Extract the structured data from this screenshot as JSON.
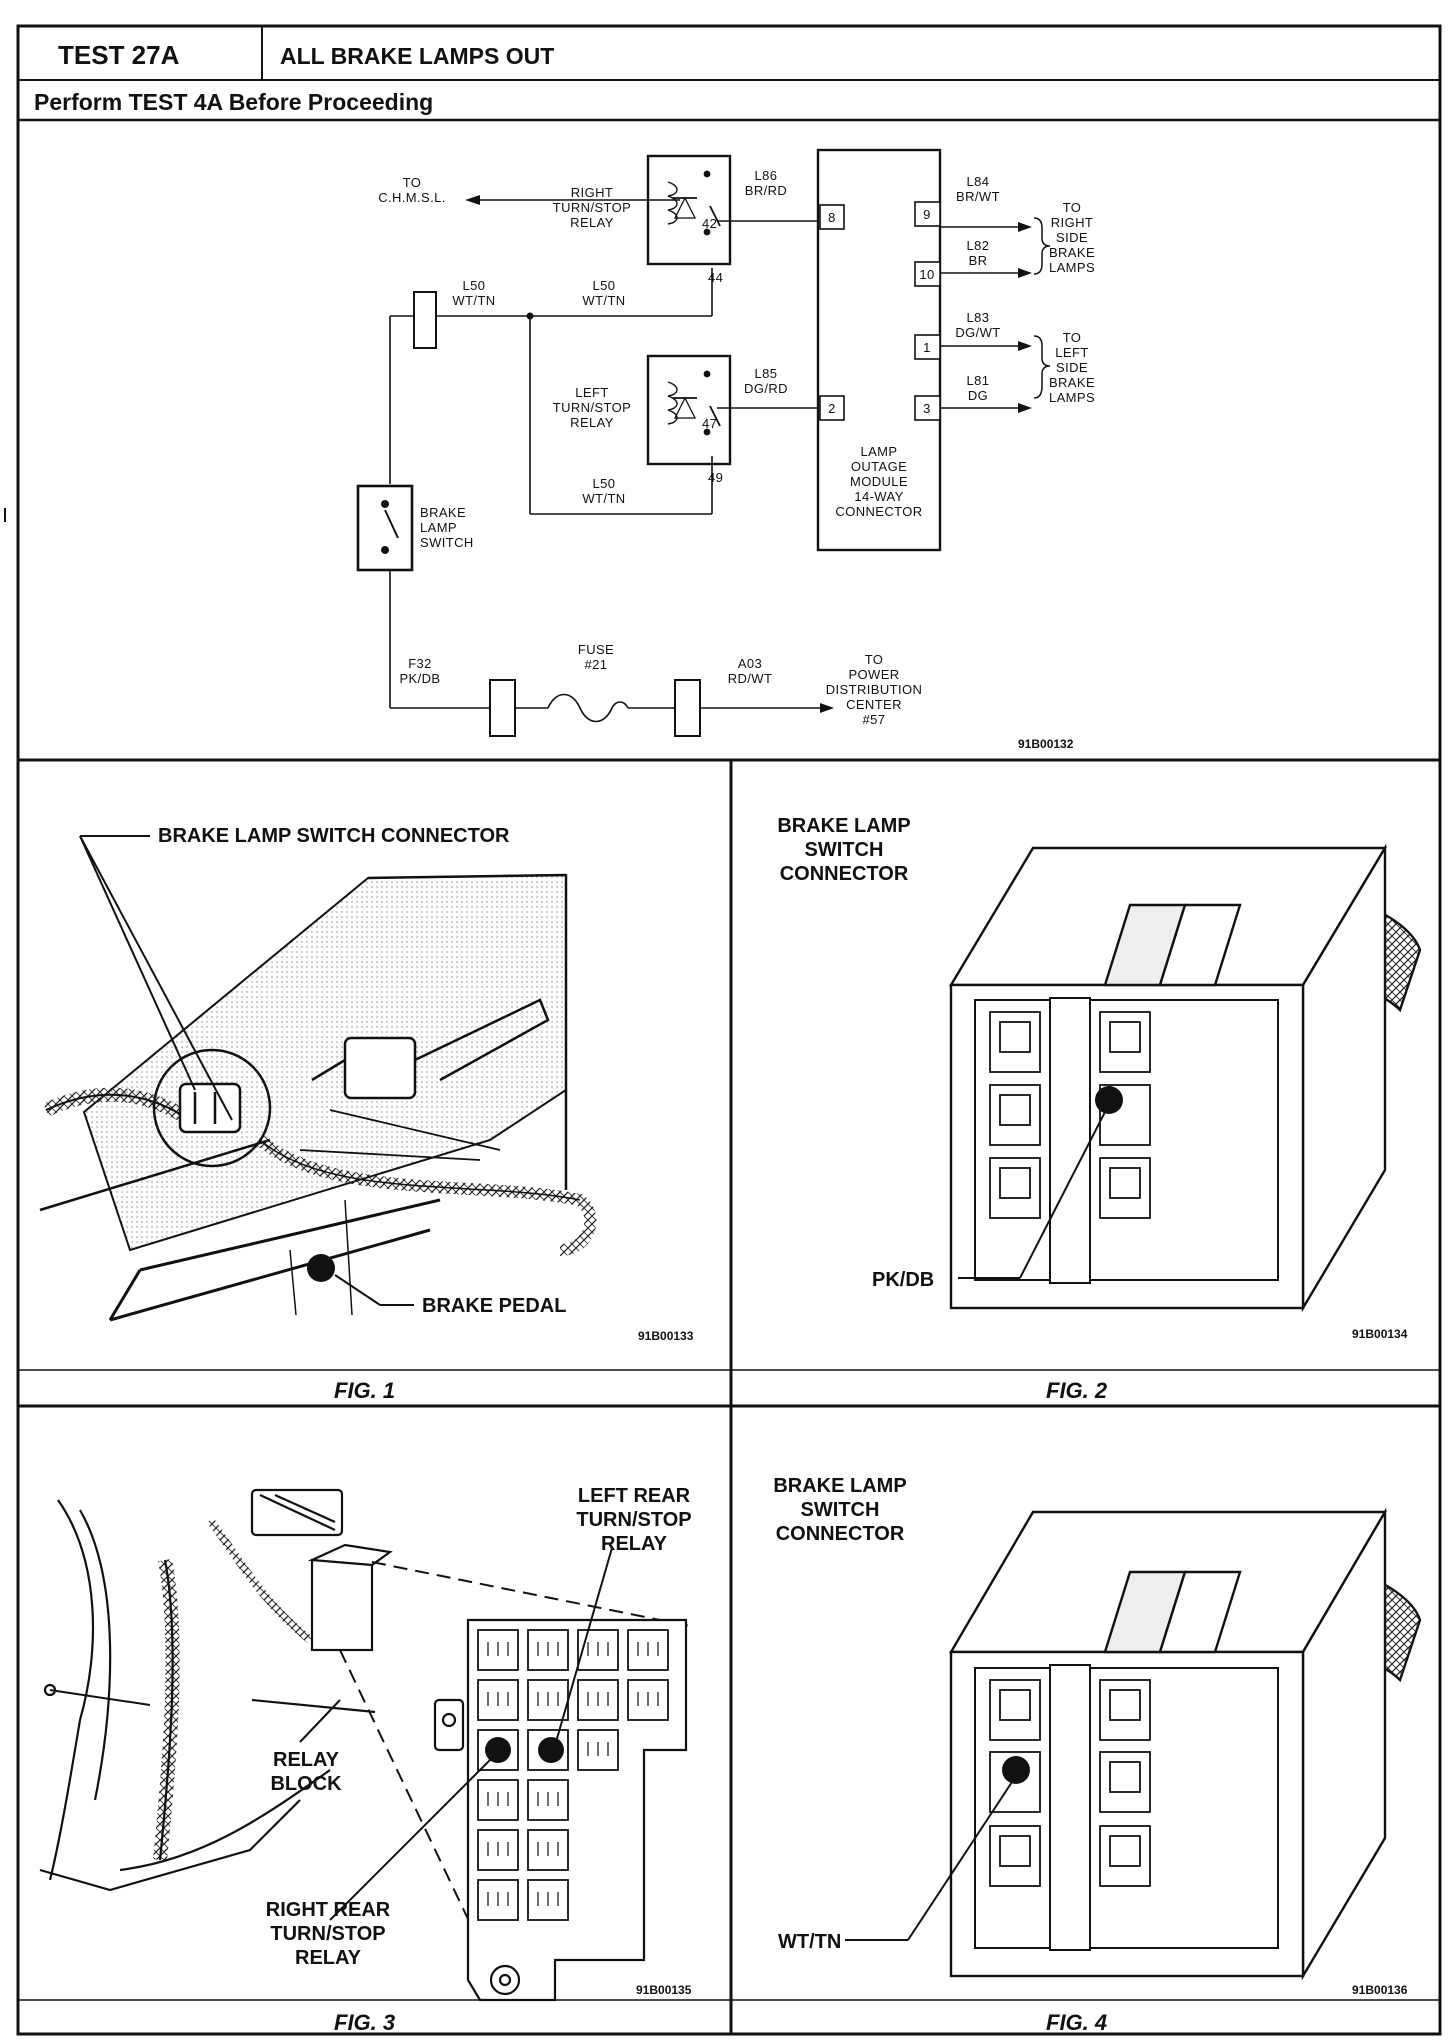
{
  "header": {
    "test_id": "TEST 27A",
    "title": "ALL BRAKE LAMPS OUT",
    "subtitle": "Perform TEST 4A Before Proceeding"
  },
  "schematic": {
    "to_chmsl": [
      "TO",
      "C.H.M.S.L."
    ],
    "right_relay": [
      "RIGHT",
      "TURN/STOP",
      "RELAY"
    ],
    "left_relay": [
      "LEFT",
      "TURN/STOP",
      "RELAY"
    ],
    "brake_switch": [
      "BRAKE",
      "LAMP",
      "SWITCH"
    ],
    "module": [
      "LAMP",
      "OUTAGE",
      "MODULE",
      "14-WAY",
      "CONNECTOR"
    ],
    "wire_l86": [
      "L86",
      "BR/RD"
    ],
    "wire_l85": [
      "L85",
      "DG/RD"
    ],
    "wire_l50_a": [
      "L50",
      "WT/TN"
    ],
    "wire_l50_b": [
      "L50",
      "WT/TN"
    ],
    "wire_l50_c": [
      "L50",
      "WT/TN"
    ],
    "wire_l84": [
      "L84",
      "BR/WT"
    ],
    "wire_l82": [
      "L82",
      "BR"
    ],
    "wire_l83": [
      "L83",
      "DG/WT"
    ],
    "wire_l81": [
      "L81",
      "DG"
    ],
    "wire_f32": [
      "F32",
      "PK/DB"
    ],
    "wire_a03": [
      "A03",
      "RD/WT"
    ],
    "fuse": [
      "FUSE",
      "#21"
    ],
    "right_lamps": [
      "TO",
      "RIGHT",
      "SIDE",
      "BRAKE",
      "LAMPS"
    ],
    "left_lamps": [
      "TO",
      "LEFT",
      "SIDE",
      "BRAKE",
      "LAMPS"
    ],
    "power_center": [
      "TO",
      "POWER",
      "DISTRIBUTION",
      "CENTER",
      "#57"
    ],
    "pins": {
      "p42": "42",
      "p44": "44",
      "p47": "47",
      "p49": "49",
      "m8": "8",
      "m2": "2",
      "m9": "9",
      "m10": "10",
      "m1": "1",
      "m3": "3"
    },
    "code": "91B00132"
  },
  "fig1": {
    "callout_connector": "BRAKE LAMP SWITCH CONNECTOR",
    "callout_pedal": "BRAKE PEDAL",
    "code": "91B00133",
    "caption": "FIG. 1"
  },
  "fig2": {
    "title": [
      "BRAKE LAMP",
      "SWITCH",
      "CONNECTOR"
    ],
    "callout": "PK/DB",
    "code": "91B00134",
    "caption": "FIG. 2"
  },
  "fig3": {
    "left_relay": [
      "LEFT REAR",
      "TURN/STOP",
      "RELAY"
    ],
    "right_relay": [
      "RIGHT REAR",
      "TURN/STOP",
      "RELAY"
    ],
    "relay_block": [
      "RELAY",
      "BLOCK"
    ],
    "code": "91B00135",
    "caption": "FIG. 3"
  },
  "fig4": {
    "title": [
      "BRAKE LAMP",
      "SWITCH",
      "CONNECTOR"
    ],
    "callout": "WT/TN",
    "code": "91B00136",
    "caption": "FIG. 4"
  }
}
